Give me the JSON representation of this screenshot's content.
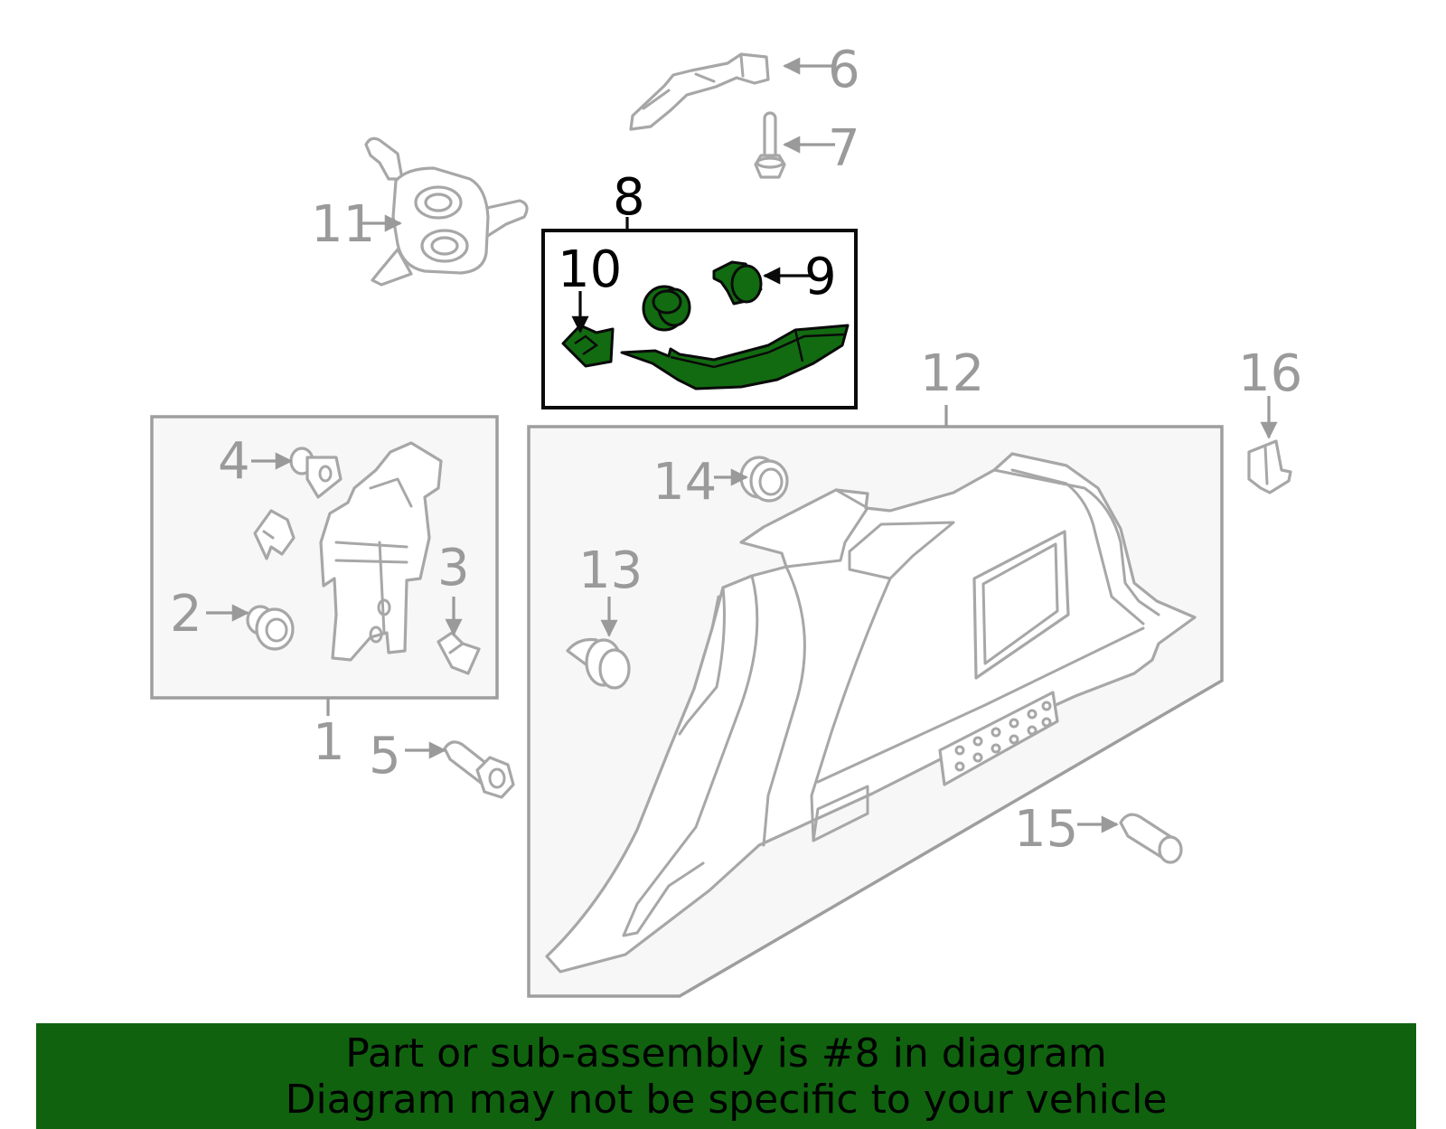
{
  "callouts": {
    "c1": "1",
    "c2": "2",
    "c3": "3",
    "c4": "4",
    "c5": "5",
    "c6": "6",
    "c7": "7",
    "c8": "8",
    "c9": "9",
    "c10": "10",
    "c11": "11",
    "c12": "12",
    "c13": "13",
    "c14": "14",
    "c15": "15",
    "c16": "16"
  },
  "highlighted_part": "8",
  "colors": {
    "highlight": "#126b11",
    "banner": "#10620f",
    "part_outline": "#a7a7a7",
    "label": "#9a9a9a"
  },
  "banner": {
    "line1": "Part or sub-assembly is #8 in diagram",
    "line2": "Diagram may not be specific to your vehicle"
  }
}
